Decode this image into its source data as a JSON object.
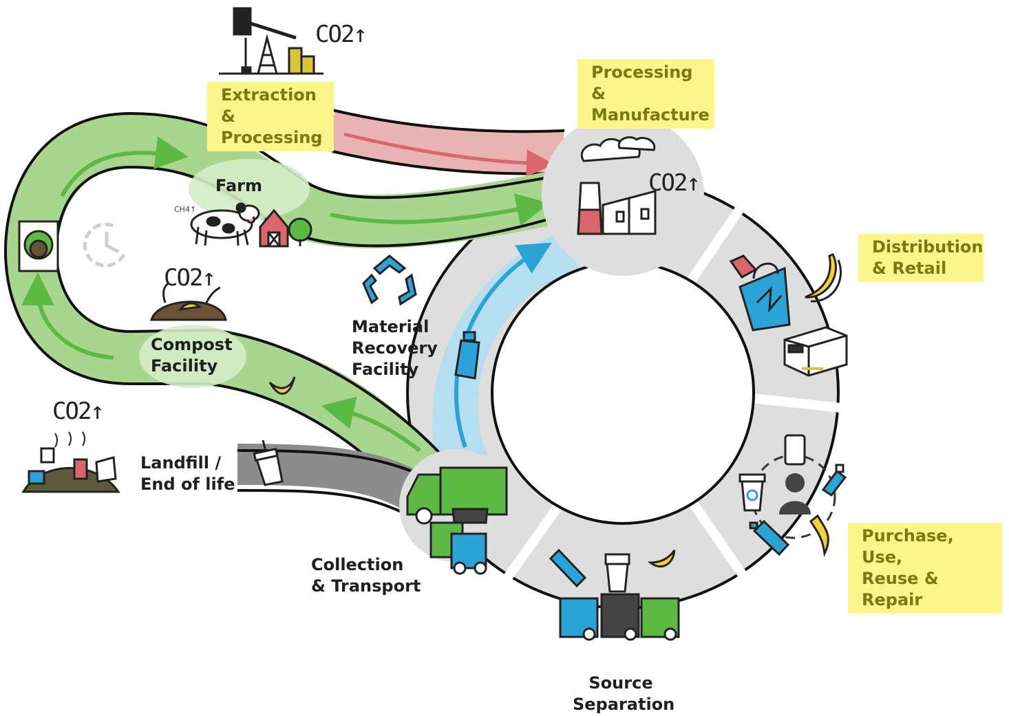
{
  "colors": {
    "green_path": "#a9d68f",
    "green_arrow": "#5bb944",
    "red_path": "#eab3b3",
    "red_arrow": "#d9666a",
    "blue_path": "#b5dff0",
    "blue_arrow": "#2aa3d6",
    "gray_path": "#8c8c8c",
    "ring": "#dedede",
    "highlight_bg": "#fbf58a",
    "highlight_text": "#7a7a14"
  },
  "labels": {
    "extraction": "Extraction\n& Processing",
    "processing": "Processing &\nManufacture",
    "distribution": "Distribution\n& Retail",
    "purchase": "Purchase, Use,\nReuse & Repair",
    "source_separation": "Source\nSeparation",
    "collection": "Collection\n& Transport",
    "landfill": "Landfill /\nEnd of life",
    "material_recovery": "Material\nRecovery\nFacility",
    "compost": "Compost\nFacility",
    "farm": "Farm"
  },
  "emissions": {
    "co2": "CO2↑",
    "ch4": "CH4↑"
  },
  "icons": [
    "oil-pump-icon",
    "factory-icon",
    "shopping-bag-icon",
    "banana-icon",
    "package-box-icon",
    "phone-icon",
    "person-icon",
    "toothpaste-icon",
    "coffee-cup-icon",
    "water-bottle-icon",
    "recycle-bins-icon",
    "garbage-truck-icon",
    "landfill-pile-icon",
    "compost-mound-icon",
    "cow-icon",
    "barn-icon",
    "tree-icon",
    "recycle-icon",
    "clock-icon",
    "compost-bag-icon",
    "drink-cup-icon"
  ]
}
